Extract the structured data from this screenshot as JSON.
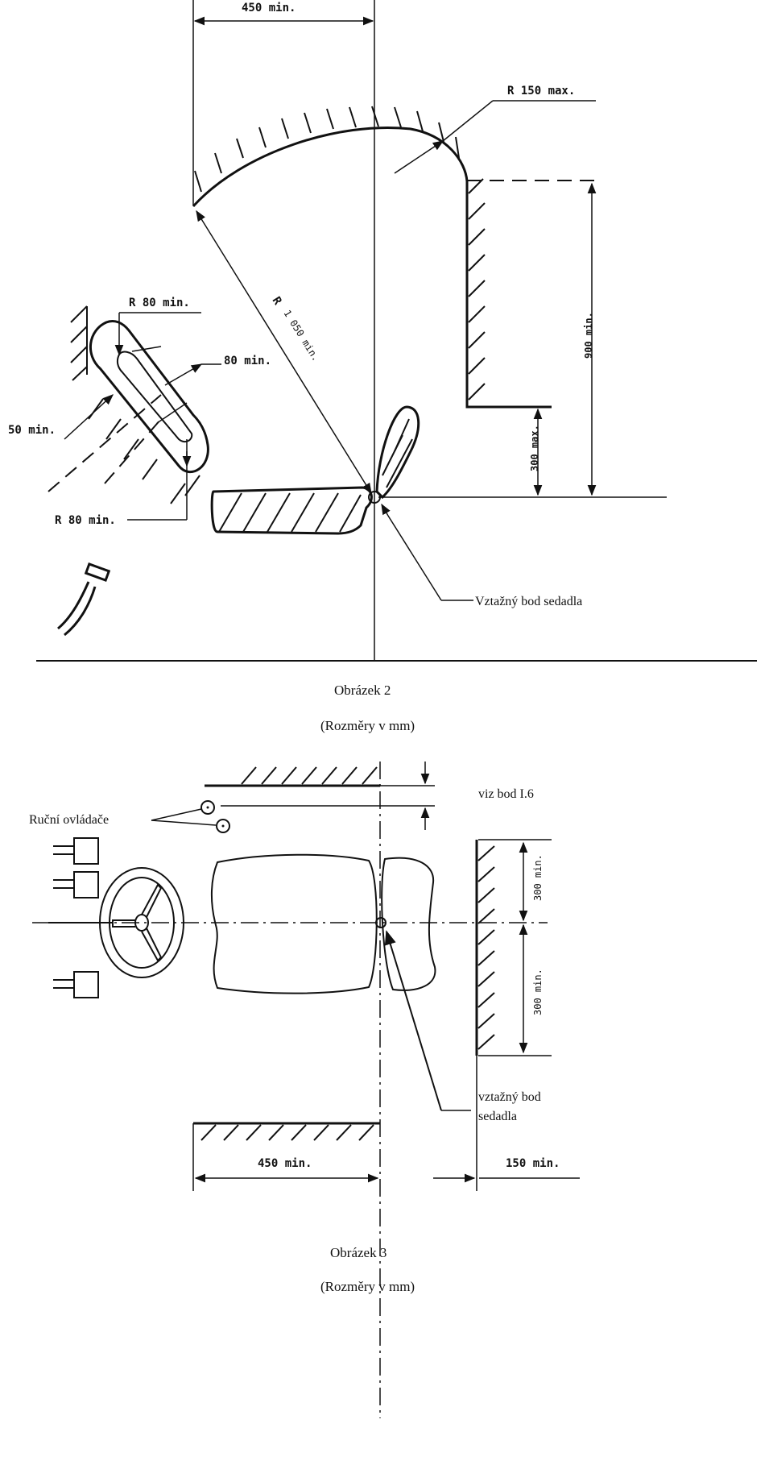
{
  "figure2": {
    "dim_450": "450 min.",
    "dim_r150": "R 150 max.",
    "dim_r1050_r": "R",
    "dim_r1050_val": "1 050 min.",
    "dim_r80_top": "R 80 min.",
    "dim_80": "80 min.",
    "dim_50": "50 min.",
    "dim_r80_bottom": "R 80 min.",
    "dim_900": "900 min.",
    "dim_300max": "300 max.",
    "seat_ref_label": "Vztažný bod sedadla",
    "caption_title": "Obrázek 2",
    "caption_units": "(Rozměry v mm)"
  },
  "figure3": {
    "hand_controls_label": "Ruční ovládače",
    "viz_bod_label": "viz bod I.6",
    "dim_300_top": "300 min.",
    "dim_300_bottom": "300 min.",
    "seat_ref_line1": "vztažný bod",
    "seat_ref_line2": "sedadla",
    "dim_450": "450 min.",
    "dim_150": "150 min.",
    "caption_title": "Obrázek 3",
    "caption_units": "(Rozměry v mm)"
  }
}
